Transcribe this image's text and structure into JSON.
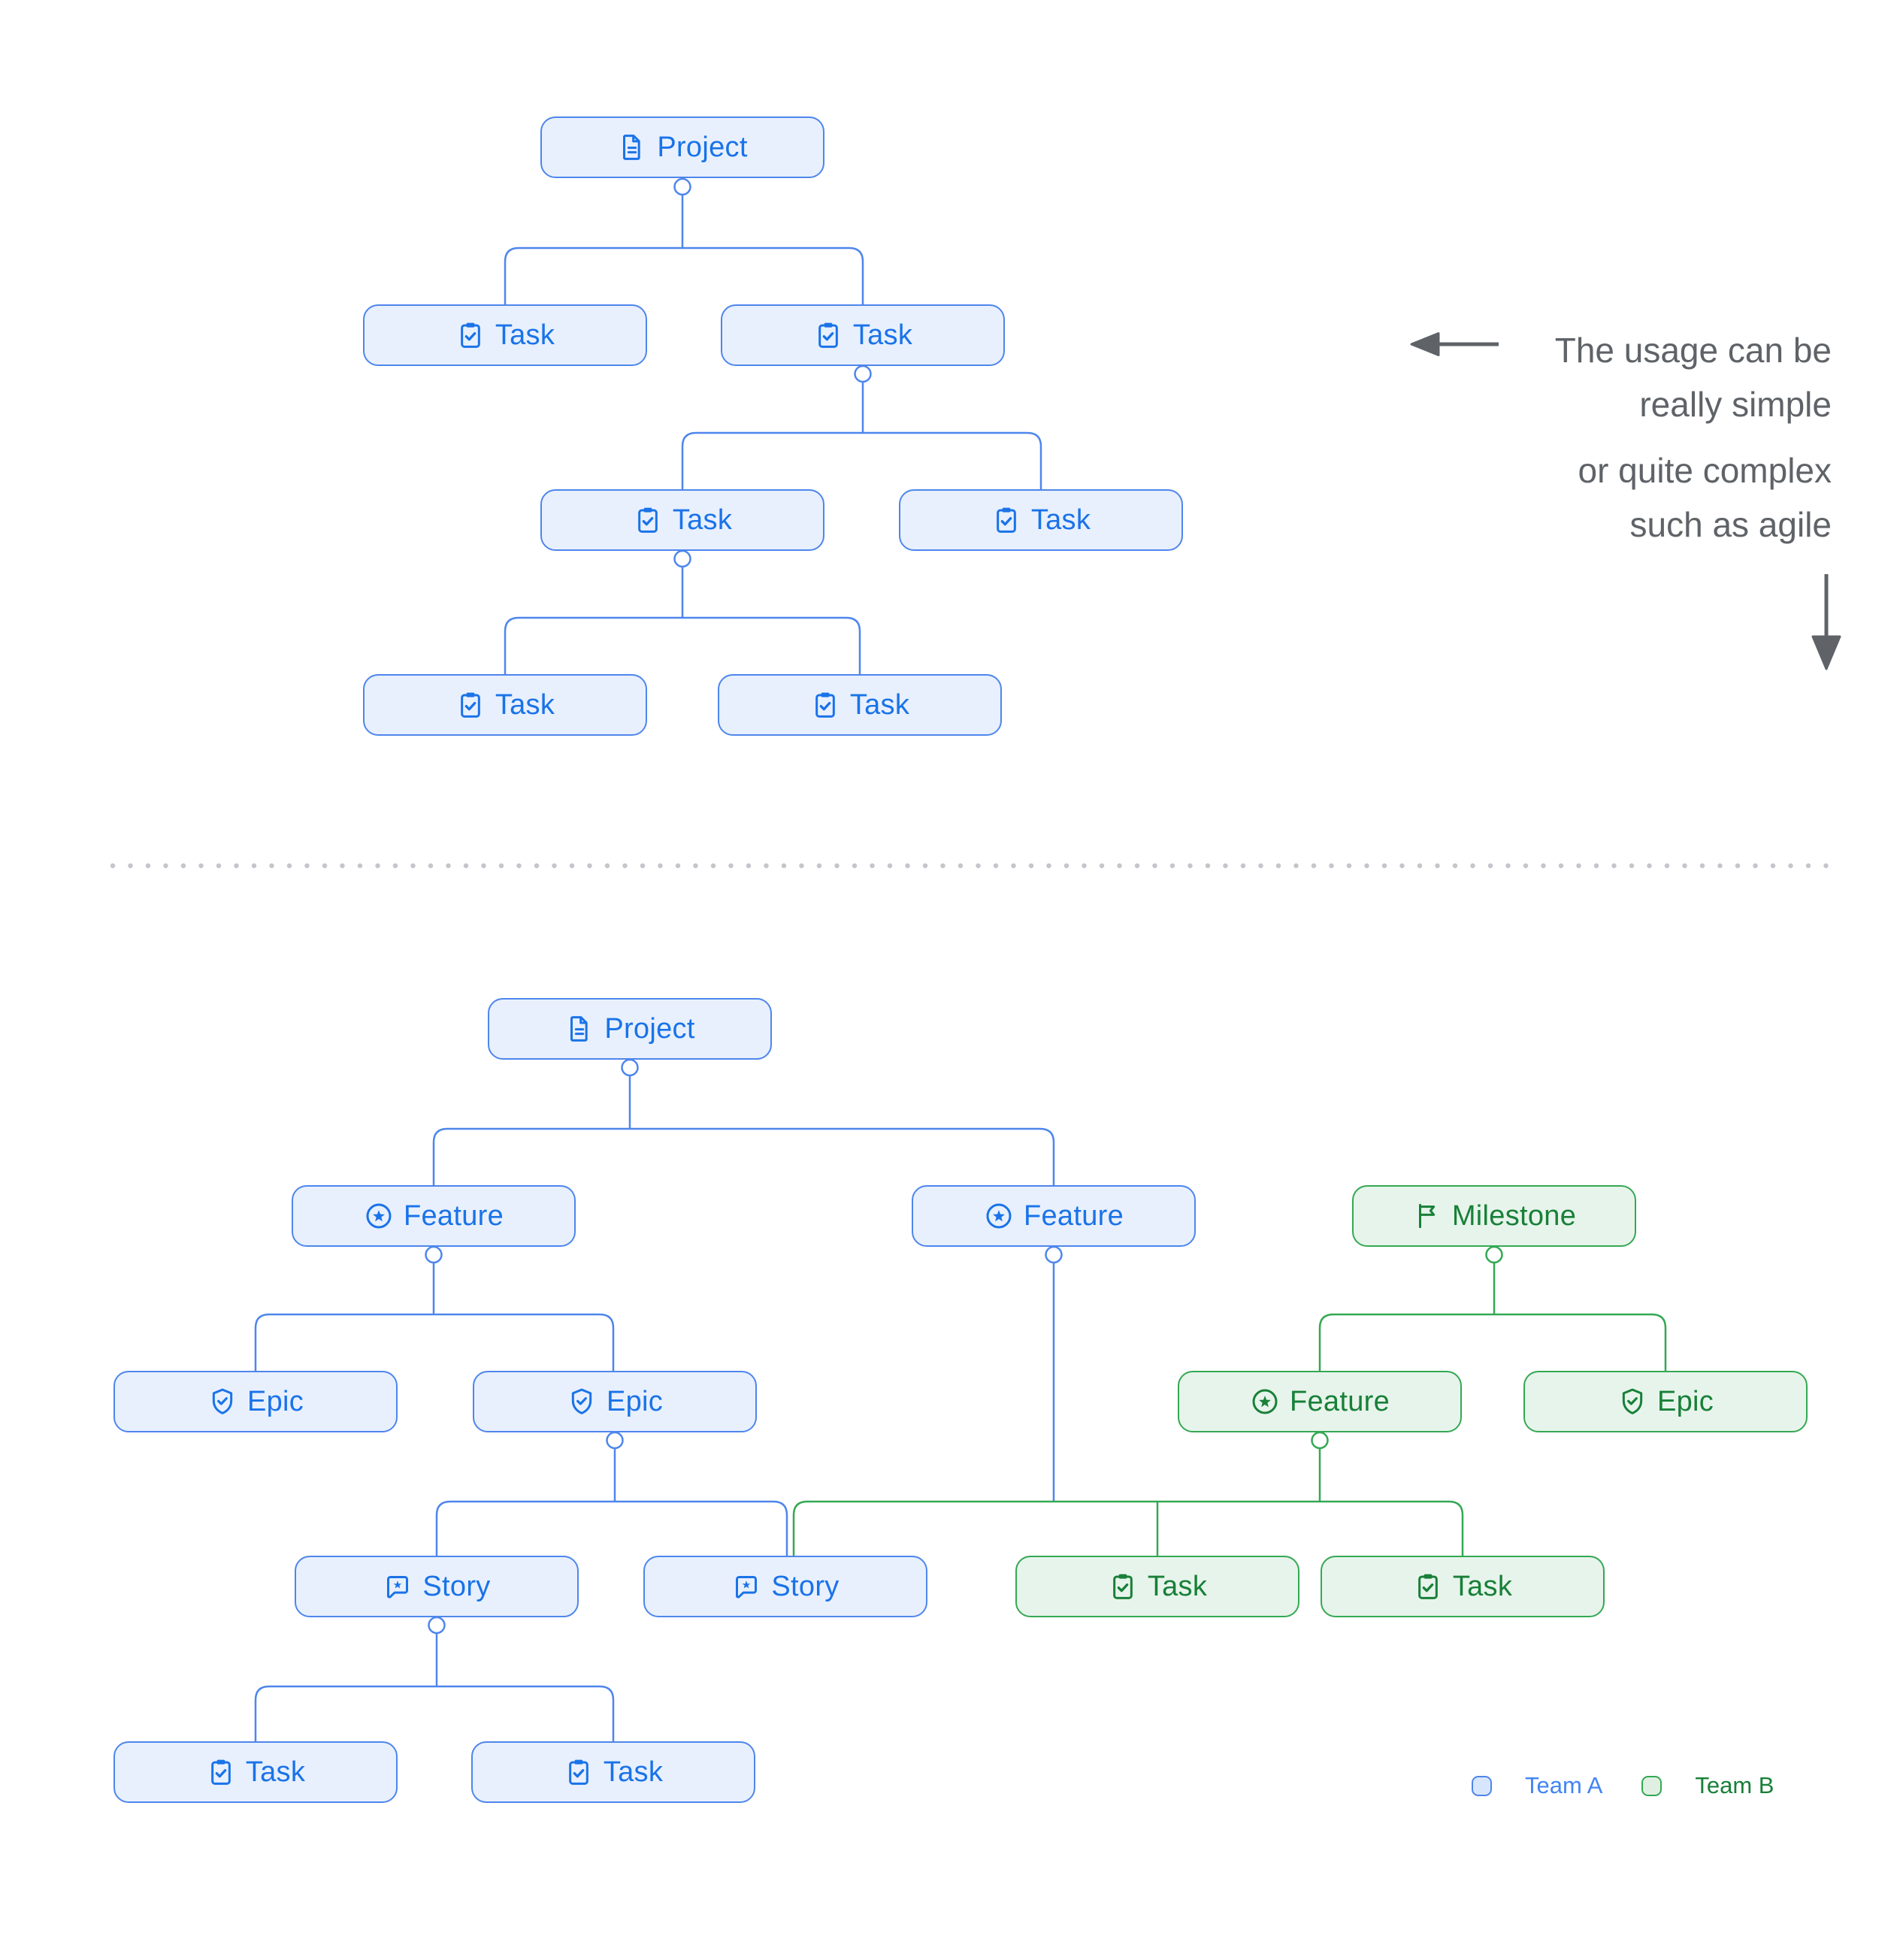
{
  "colors": {
    "team_a_border": "#4E86EC",
    "team_a_fill": "#E8F0FE",
    "team_a_text": "#1A73E8",
    "team_b_border": "#34A853",
    "team_b_fill": "#E7F4EB",
    "team_b_text": "#188038",
    "annotation_text": "#5F6368",
    "separator_dots": "#C3C6CB"
  },
  "annotation": {
    "para1_line1": "The usage can be",
    "para1_line2": "really simple",
    "para2_line1": "or quite complex",
    "para2_line2": "such as agile"
  },
  "legend": {
    "team_a": {
      "label": "Team A"
    },
    "team_b": {
      "label": "Team B"
    }
  },
  "simple_tree": {
    "nodes": [
      {
        "label": "Project",
        "icon": "document-icon",
        "team": "A"
      },
      {
        "label": "Task",
        "icon": "task-icon",
        "team": "A"
      },
      {
        "label": "Task",
        "icon": "task-icon",
        "team": "A"
      },
      {
        "label": "Task",
        "icon": "task-icon",
        "team": "A"
      },
      {
        "label": "Task",
        "icon": "task-icon",
        "team": "A"
      },
      {
        "label": "Task",
        "icon": "task-icon",
        "team": "A"
      },
      {
        "label": "Task",
        "icon": "task-icon",
        "team": "A"
      }
    ]
  },
  "complex_tree": {
    "nodes": [
      {
        "label": "Project",
        "icon": "document-icon",
        "team": "A"
      },
      {
        "label": "Feature",
        "icon": "feature-icon",
        "team": "A"
      },
      {
        "label": "Feature",
        "icon": "feature-icon",
        "team": "A"
      },
      {
        "label": "Milestone",
        "icon": "flag-icon",
        "team": "B"
      },
      {
        "label": "Epic",
        "icon": "epic-icon",
        "team": "A"
      },
      {
        "label": "Epic",
        "icon": "epic-icon",
        "team": "A"
      },
      {
        "label": "Feature",
        "icon": "feature-icon",
        "team": "B"
      },
      {
        "label": "Epic",
        "icon": "epic-icon",
        "team": "B"
      },
      {
        "label": "Story",
        "icon": "story-icon",
        "team": "A"
      },
      {
        "label": "Story",
        "icon": "story-icon",
        "team": "A"
      },
      {
        "label": "Task",
        "icon": "task-icon",
        "team": "B"
      },
      {
        "label": "Task",
        "icon": "task-icon",
        "team": "B"
      },
      {
        "label": "Task",
        "icon": "task-icon",
        "team": "A"
      },
      {
        "label": "Task",
        "icon": "task-icon",
        "team": "A"
      }
    ]
  }
}
